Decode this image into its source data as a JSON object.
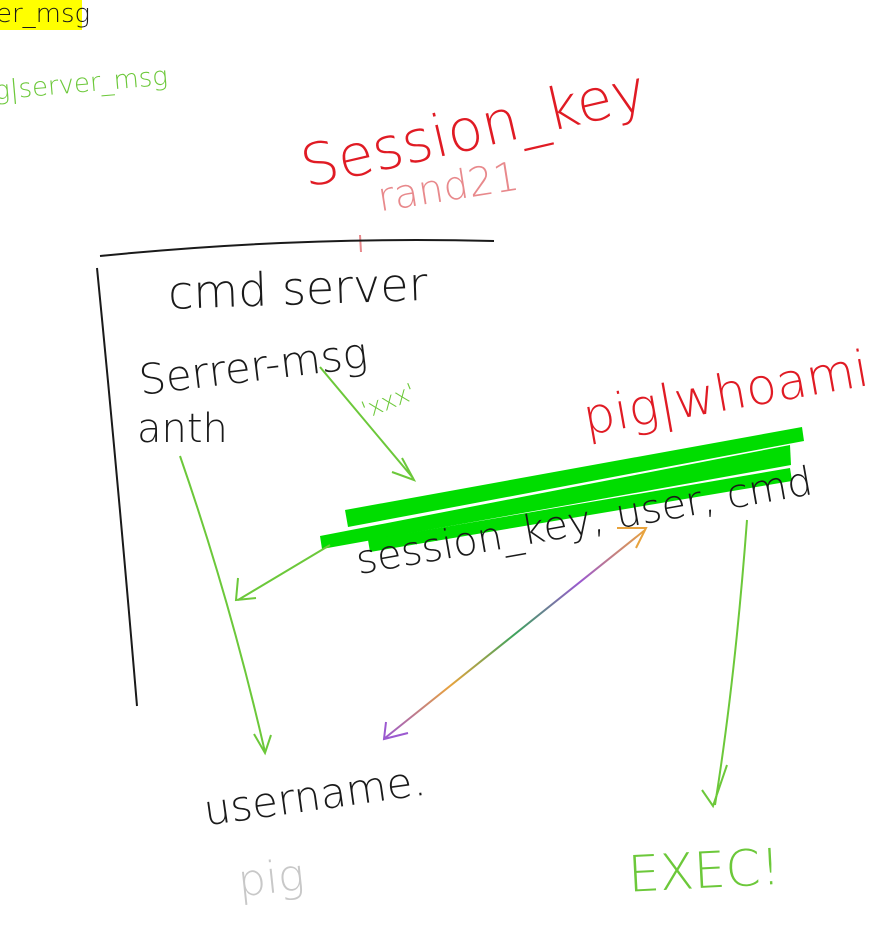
{
  "labels": {
    "server_msg_top": "er_msg",
    "pig_server_msg": "g|server_msg",
    "session_key_title": "Session_key",
    "rand21": "rand21",
    "cmd_server": "cmd server",
    "server_msg": "Serrer-msg",
    "auth": "anth",
    "xxx": "'xxx'",
    "pig_whoami": "pig|whoami",
    "session_user_cmd": "session_key, user, cmd",
    "username": "username.",
    "pig": "pig",
    "exec": "EXEC!"
  },
  "colors": {
    "ink": "#1a1a1a",
    "red": "#e01b24",
    "pink": "#e8898c",
    "green": "#6cc83a",
    "highlight_green": "#00dd00",
    "highlight_yellow": "#ffff00",
    "gray": "#c8c8c8"
  }
}
